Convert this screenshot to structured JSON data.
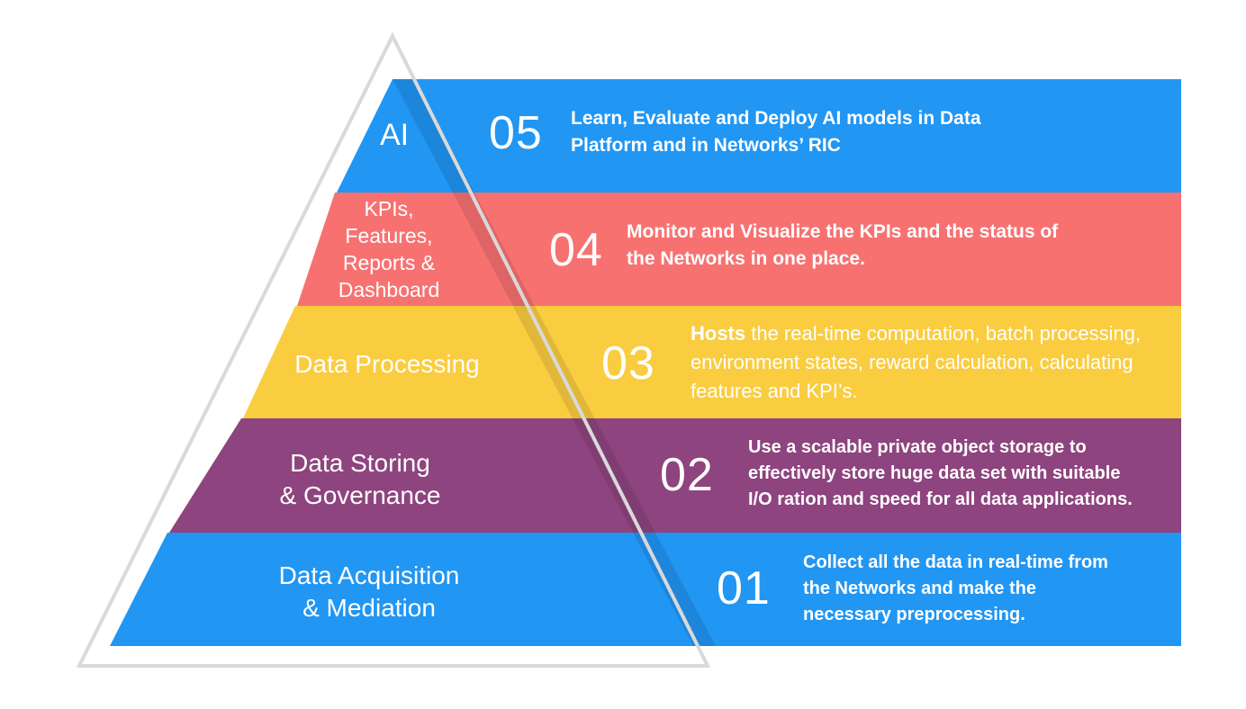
{
  "colors": {
    "blue": "#2196F3",
    "red": "#F87171",
    "yellow": "#FACC40",
    "purple": "#8E447E",
    "outline": "#D9D9D9"
  },
  "layers": [
    {
      "id": "ai",
      "label": "AI",
      "number": "05",
      "description": "Learn, Evaluate and Deploy AI models in Data\nPlatform and in Networks’ RIC",
      "color": "blue"
    },
    {
      "id": "kpis",
      "label": "KPIs,\nFeatures,\nReports &\nDashboard",
      "number": "04",
      "description": "Monitor and Visualize the KPIs and  the status of\nthe Networks in one place.",
      "color": "red"
    },
    {
      "id": "processing",
      "label": "Data Processing",
      "number": "03",
      "description_lead": "Hosts",
      "description_rest": " the real-time computation, batch processing, environment states, reward calculation, calculating features and KPI’s.",
      "color": "yellow"
    },
    {
      "id": "storing",
      "label": "Data Storing\n& Governance",
      "number": "02",
      "description": "Use a scalable private object storage to\neffectively store huge data set with suitable\nI/O ration and speed for all data applications.",
      "color": "purple"
    },
    {
      "id": "acquisition",
      "label": "Data Acquisition\n& Mediation",
      "number": "01",
      "description": "Collect all the data in real-time from\nthe  Networks and make the\nnecessary preprocessing.",
      "color": "blue"
    }
  ]
}
